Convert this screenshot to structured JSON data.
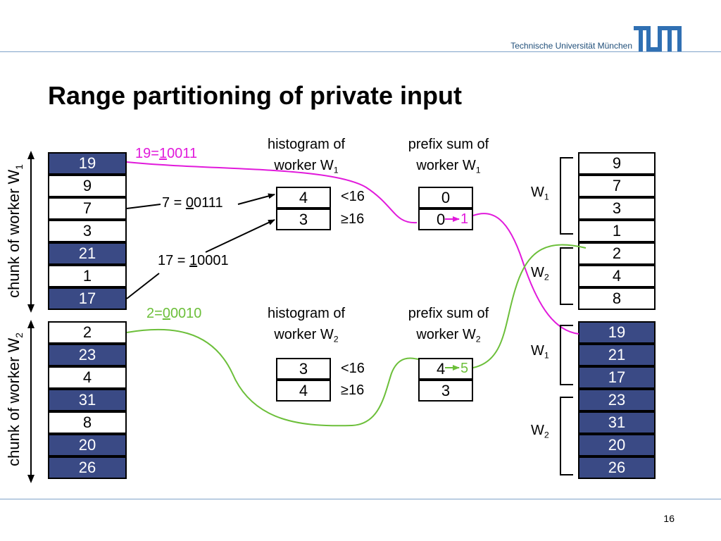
{
  "header": {
    "university": "Technische Universität München",
    "logo_text": "TUM"
  },
  "title": "Range partitioning of private input",
  "page_number": "16",
  "input": {
    "chunk1_label": "chunk of worker W",
    "chunk1_sub": "1",
    "chunk2_label": "chunk of worker W",
    "chunk2_sub": "2",
    "chunk1": [
      {
        "value": "19",
        "dark": true
      },
      {
        "value": "9",
        "dark": false
      },
      {
        "value": "7",
        "dark": false
      },
      {
        "value": "3",
        "dark": false
      },
      {
        "value": "21",
        "dark": true
      },
      {
        "value": "1",
        "dark": false
      },
      {
        "value": "17",
        "dark": true
      }
    ],
    "chunk2": [
      {
        "value": "2",
        "dark": false
      },
      {
        "value": "23",
        "dark": true
      },
      {
        "value": "4",
        "dark": false
      },
      {
        "value": "31",
        "dark": true
      },
      {
        "value": "8",
        "dark": false
      },
      {
        "value": "20",
        "dark": true
      },
      {
        "value": "26",
        "dark": true
      }
    ]
  },
  "annotations": {
    "a19_prefix": "19=",
    "a19_bit": "1",
    "a19_rest": "0011",
    "a7_prefix": "7 = ",
    "a7_bit": "0",
    "a7_rest": "0111",
    "a17_prefix": "17 = ",
    "a17_bit": "1",
    "a17_rest": "0001",
    "a2_prefix": "2=",
    "a2_bit": "0",
    "a2_rest": "0010"
  },
  "histogram_w1": {
    "caption_line1": "histogram of",
    "caption_line2": "worker W",
    "caption_sub": "1",
    "values": [
      "4",
      "3"
    ],
    "labels": [
      "<16",
      "≥16"
    ]
  },
  "histogram_w2": {
    "caption_line1": "histogram of",
    "caption_line2": "worker W",
    "caption_sub": "2",
    "values": [
      "3",
      "4"
    ],
    "labels": [
      "<16",
      "≥16"
    ]
  },
  "prefix_w1": {
    "caption_line1": "prefix sum of",
    "caption_line2": "worker W",
    "caption_sub": "1",
    "values": [
      "0",
      "0"
    ],
    "increment": "1"
  },
  "prefix_w2": {
    "caption_line1": "prefix sum of",
    "caption_line2": "worker W",
    "caption_sub": "2",
    "values": [
      "4",
      "3"
    ],
    "increment": "5"
  },
  "output": {
    "top": [
      {
        "value": "9",
        "dark": false
      },
      {
        "value": "7",
        "dark": false
      },
      {
        "value": "3",
        "dark": false
      },
      {
        "value": "1",
        "dark": false
      },
      {
        "value": "2",
        "dark": false
      },
      {
        "value": "4",
        "dark": false
      },
      {
        "value": "8",
        "dark": false
      }
    ],
    "bottom": [
      {
        "value": "19",
        "dark": true
      },
      {
        "value": "21",
        "dark": true
      },
      {
        "value": "17",
        "dark": true
      },
      {
        "value": "23",
        "dark": true
      },
      {
        "value": "31",
        "dark": true
      },
      {
        "value": "20",
        "dark": true
      },
      {
        "value": "26",
        "dark": true
      }
    ],
    "groups": [
      {
        "label": "W",
        "sub": "1"
      },
      {
        "label": "W",
        "sub": "2"
      },
      {
        "label": "W",
        "sub": "1"
      },
      {
        "label": "W",
        "sub": "2"
      }
    ]
  },
  "colors": {
    "dark_cell": "#3a4a85",
    "magenta": "#e11adb",
    "green": "#6cbf3a",
    "logo_blue": "#3070b3"
  }
}
